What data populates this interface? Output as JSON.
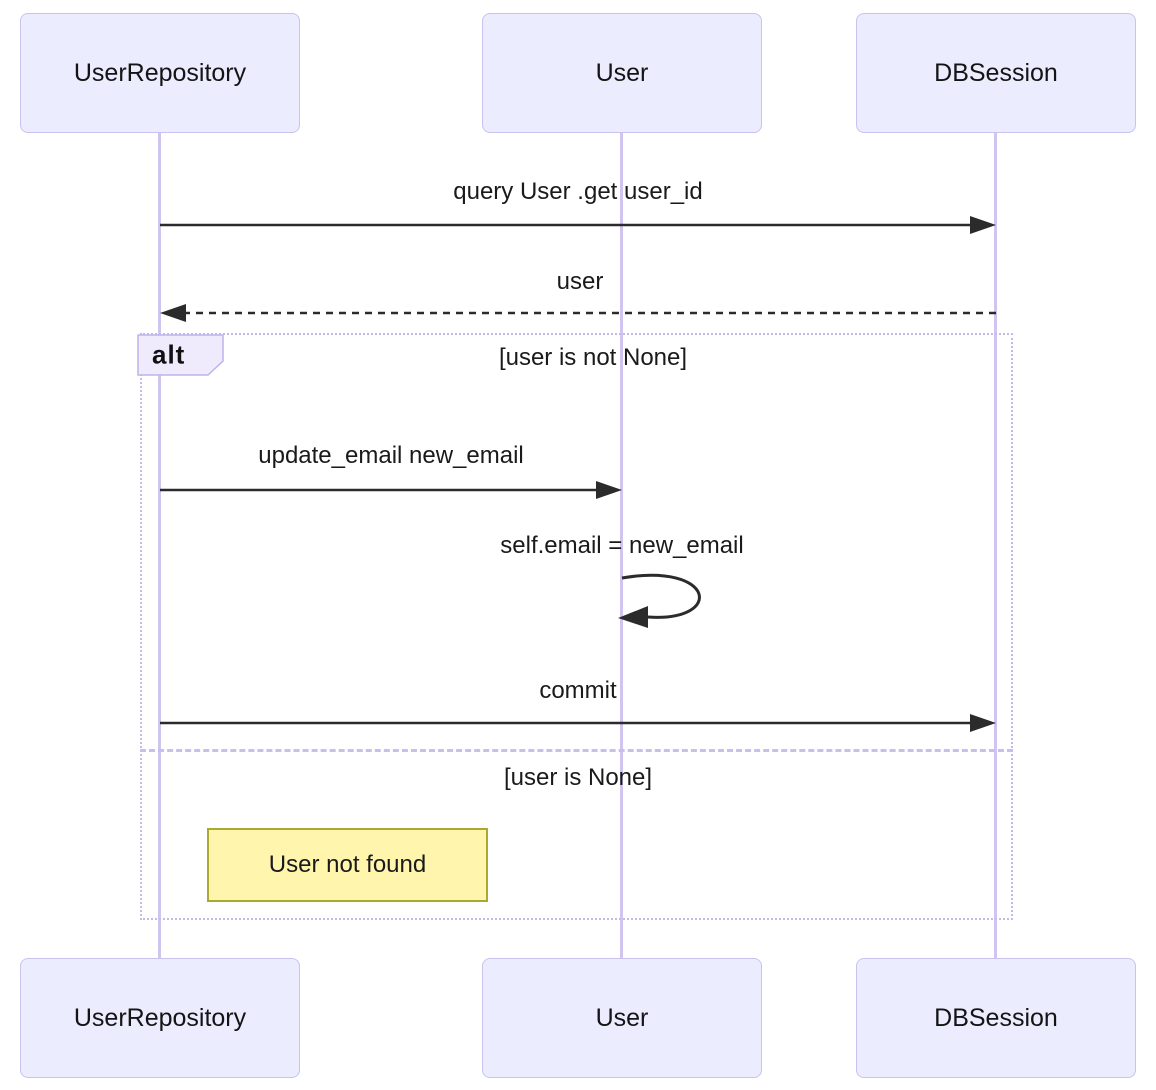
{
  "diagram": {
    "type": "sequence-diagram",
    "participants": [
      {
        "name": "UserRepository"
      },
      {
        "name": "User"
      },
      {
        "name": "DBSession"
      }
    ],
    "messages": [
      {
        "from": "UserRepository",
        "to": "DBSession",
        "label": "query User .get user_id",
        "line": "solid"
      },
      {
        "from": "DBSession",
        "to": "UserRepository",
        "label": "user",
        "line": "dashed"
      },
      {
        "from": "UserRepository",
        "to": "User",
        "label": "update_email new_email",
        "line": "solid"
      },
      {
        "from": "User",
        "to": "User",
        "label": "self.email = new_email",
        "line": "self-loop"
      },
      {
        "from": "UserRepository",
        "to": "DBSession",
        "label": "commit",
        "line": "solid"
      }
    ],
    "alt_frame": {
      "label": "alt",
      "conditions": [
        "[user is not None]",
        "[user is None]"
      ]
    },
    "note": {
      "text": "User not found"
    },
    "colors": {
      "actor_fill": "#ECECFF",
      "actor_border": "#C9C2EE",
      "lifeline": "#CFC5F0",
      "frame_border": "#C5BAEE",
      "note_fill": "#FFF5AD",
      "note_border": "#AAAA33",
      "arrow": "#2b2b2b",
      "text": "#1a1a1a"
    }
  }
}
